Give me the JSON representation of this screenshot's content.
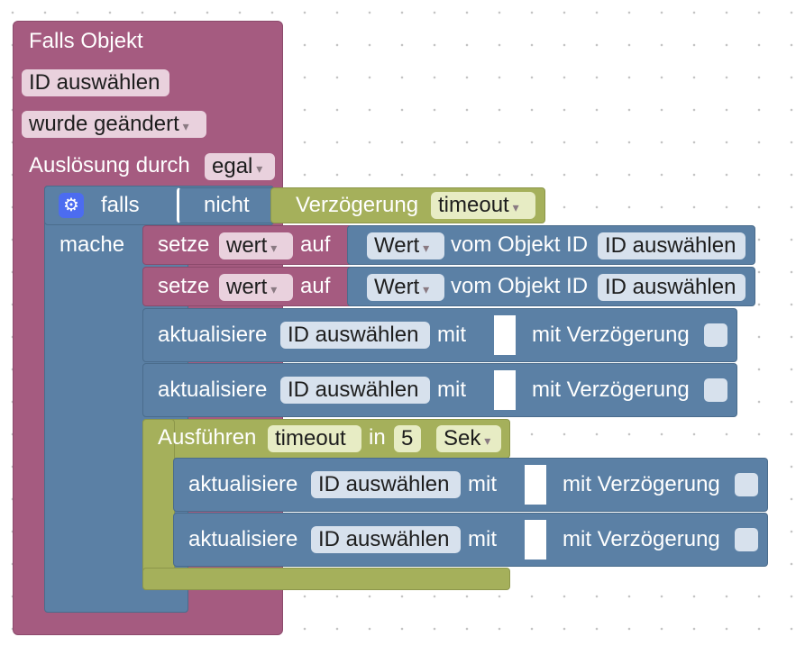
{
  "event_block": {
    "title": "Falls Objekt",
    "object_id": "ID auswählen",
    "trigger": "wurde geändert",
    "ack_label": "Auslösung durch",
    "ack_value": "egal"
  },
  "if_block": {
    "falls": "falls",
    "mache": "mache",
    "not_label": "nicht",
    "delay_label": "Verzögerung",
    "delay_value": "timeout"
  },
  "set_rows": [
    {
      "setze": "setze",
      "var": "wert",
      "auf": "auf",
      "state": "Wert",
      "label": "vom Objekt ID",
      "object_id": "ID auswählen"
    },
    {
      "setze": "setze",
      "var": "wert",
      "auf": "auf",
      "state": "Wert",
      "label": "vom Objekt ID",
      "object_id": "ID auswählen"
    }
  ],
  "update_rows": [
    {
      "label": "aktualisiere",
      "object_id": "ID auswählen",
      "mit": "mit",
      "delay_label": "mit Verzögerung"
    },
    {
      "label": "aktualisiere",
      "object_id": "ID auswählen",
      "mit": "mit",
      "delay_label": "mit Verzögerung"
    }
  ],
  "timeout_block": {
    "label": "Ausführen",
    "name": "timeout",
    "in": "in",
    "value": "5",
    "unit": "Sek"
  },
  "inner_update_rows": [
    {
      "label": "aktualisiere",
      "object_id": "ID auswählen",
      "mit": "mit",
      "delay_label": "mit Verzögerung"
    },
    {
      "label": "aktualisiere",
      "object_id": "ID auswählen",
      "mit": "mit",
      "delay_label": "mit Verzögerung"
    }
  ],
  "colors": {
    "event": "#a55b80",
    "logic": "#5b80a5",
    "timer": "#a5b05b",
    "gear": "#4c6cf0"
  }
}
